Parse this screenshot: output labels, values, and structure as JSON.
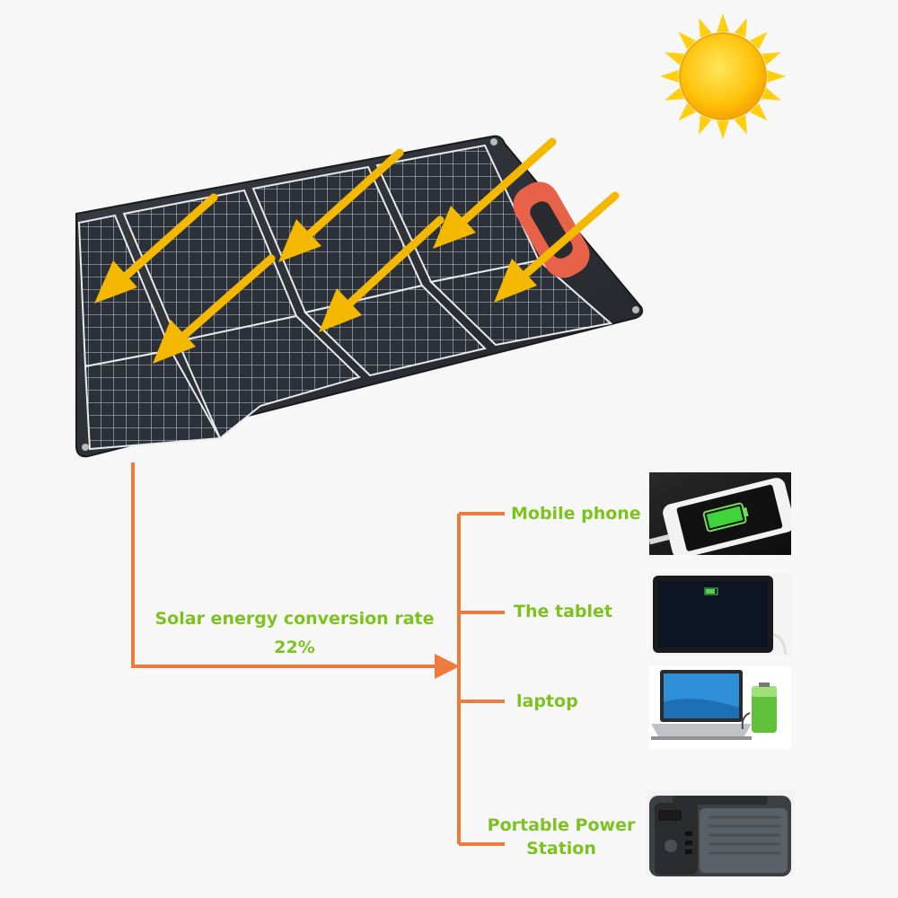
{
  "conversion": {
    "label": "Solar energy conversion rate",
    "value": "22%"
  },
  "devices": [
    {
      "label": "Mobile phone",
      "icon": "smartphone-charging"
    },
    {
      "label": "The tablet",
      "icon": "tablet-charging"
    },
    {
      "label": "laptop",
      "icon": "laptop-with-battery"
    },
    {
      "label_line1": "Portable Power",
      "label_line2": "Station",
      "icon": "power-station"
    }
  ],
  "colors": {
    "accent_text": "#7dc21e",
    "connector": "#ee7a3c",
    "sun_arrows": "#f5b800",
    "panel": "#2b2d33",
    "panel_handle": "#e8624a"
  },
  "icons": {
    "sun": "sun-icon",
    "solar_panel": "solar-panel",
    "sun_ray_arrows": "sunlight-arrow-icon"
  }
}
